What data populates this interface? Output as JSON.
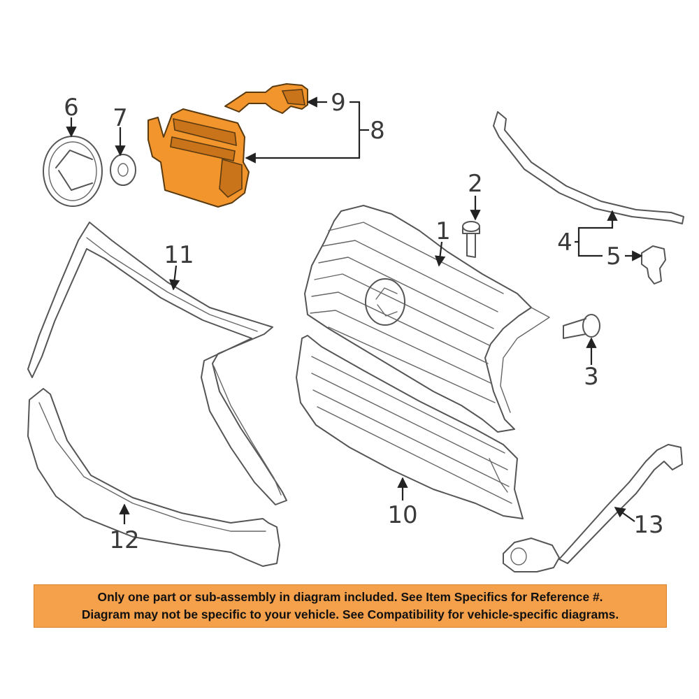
{
  "callouts": {
    "c1": "1",
    "c2": "2",
    "c3": "3",
    "c4": "4",
    "c5": "5",
    "c6": "6",
    "c7": "7",
    "c8": "8",
    "c9": "9",
    "c10": "10",
    "c11": "11",
    "c12": "12",
    "c13": "13"
  },
  "notice": {
    "line1": "Only one part or sub-assembly in diagram included. See Item Specifics for Reference #.",
    "line2": "Diagram may not be specific to your vehicle. See Compatibility for vehicle-specific diagrams."
  },
  "colors": {
    "highlight_part": "#f2952c",
    "notice_background": "#f5a04a",
    "line_art": "#555555"
  }
}
